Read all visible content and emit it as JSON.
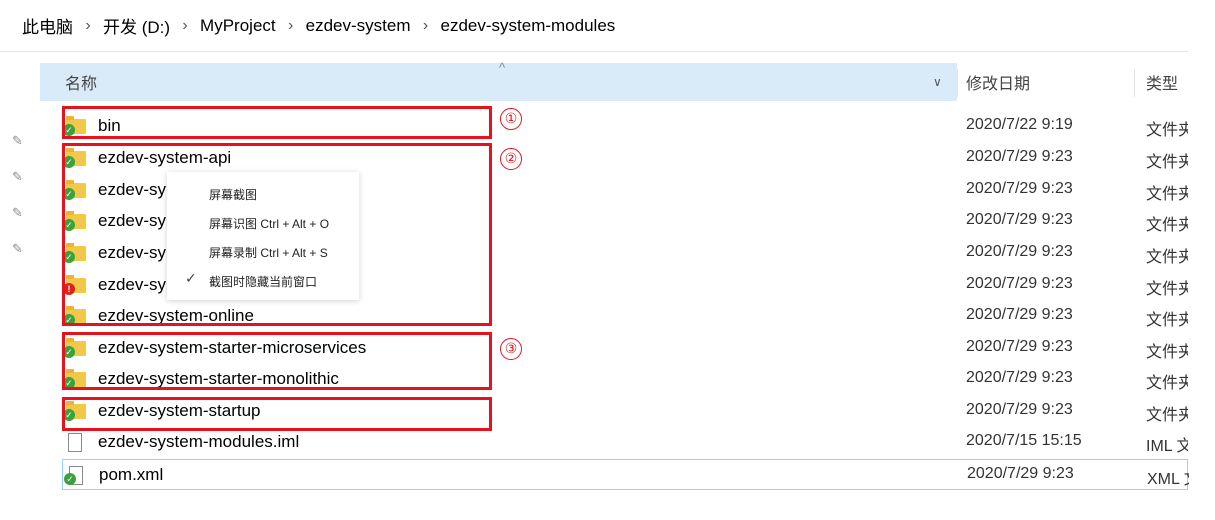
{
  "breadcrumb": [
    "此电脑",
    "开发 (D:)",
    "MyProject",
    "ezdev-system",
    "ezdev-system-modules"
  ],
  "columns": {
    "name": "名称",
    "date": "修改日期",
    "type": "类型"
  },
  "rows": [
    {
      "name": "bin",
      "date": "2020/7/22 9:19",
      "type": "文件夹",
      "icon": "folder-icon",
      "status": "ok"
    },
    {
      "name": "ezdev-system-api",
      "date": "2020/7/29 9:23",
      "type": "文件夹",
      "icon": "folder-icon",
      "status": "ok"
    },
    {
      "name": "ezdev-sy",
      "date": "2020/7/29 9:23",
      "type": "文件夹",
      "icon": "folder-icon",
      "status": "ok"
    },
    {
      "name": "ezdev-sy",
      "date": "2020/7/29 9:23",
      "type": "文件夹",
      "icon": "folder-icon",
      "status": "ok"
    },
    {
      "name": "ezdev-sy",
      "date": "2020/7/29 9:23",
      "type": "文件夹",
      "icon": "folder-icon",
      "status": "ok"
    },
    {
      "name": "ezdev-sy",
      "date": "2020/7/29 9:23",
      "type": "文件夹",
      "icon": "folder-icon",
      "status": "error"
    },
    {
      "name": "ezdev-system-online",
      "date": "2020/7/29 9:23",
      "type": "文件夹",
      "icon": "folder-icon",
      "status": "ok"
    },
    {
      "name": "ezdev-system-starter-microservices",
      "date": "2020/7/29 9:23",
      "type": "文件夹",
      "icon": "folder-icon",
      "status": "ok"
    },
    {
      "name": "ezdev-system-starter-monolithic",
      "date": "2020/7/29 9:23",
      "type": "文件夹",
      "icon": "folder-icon",
      "status": "ok"
    },
    {
      "name": "ezdev-system-startup",
      "date": "2020/7/29 9:23",
      "type": "文件夹",
      "icon": "folder-icon",
      "status": "ok"
    },
    {
      "name": "ezdev-system-modules.iml",
      "date": "2020/7/15 15:15",
      "type": "IML 文件",
      "icon": "document-icon",
      "status": "none"
    },
    {
      "name": "pom.xml",
      "date": "2020/7/29 9:23",
      "type": "XML 文档",
      "icon": "xml-file-icon",
      "status": "ok"
    }
  ],
  "context_menu": {
    "items": [
      "屏幕截图",
      "屏幕识图 Ctrl + Alt + O",
      "屏幕录制 Ctrl + Alt + S",
      "截图时隐藏当前窗口"
    ]
  },
  "annotations": [
    "①",
    "②",
    "③"
  ],
  "colors": {
    "highlight_box": "#e5131d",
    "header_bg": "#d9ebf9",
    "selection_border": "#99d1ff",
    "folder": "#f2c84b",
    "sync_ok": "#3aa23a",
    "sync_error": "#d9241c"
  }
}
